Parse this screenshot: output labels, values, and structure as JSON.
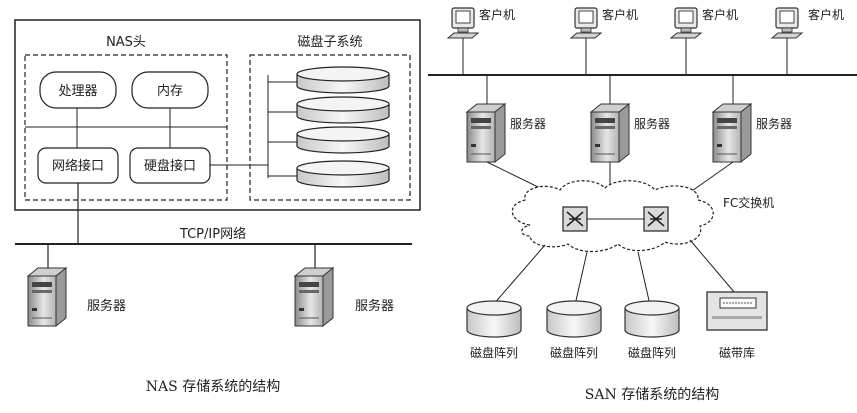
{
  "nas": {
    "head_label": "NAS头",
    "disk_subsystem_label": "磁盘子系统",
    "processor_label": "处理器",
    "memory_label": "内存",
    "network_interface_label": "网络接口",
    "disk_interface_label": "硬盘接口",
    "network_label": "TCP/IP网络",
    "servers": [
      {
        "label": "服务器"
      },
      {
        "label": "服务器"
      }
    ],
    "caption": "NAS 存储系统的结构"
  },
  "san": {
    "clients": [
      {
        "label": "客户机"
      },
      {
        "label": "客户机"
      },
      {
        "label": "客户机"
      },
      {
        "label": "客户机"
      }
    ],
    "servers": [
      {
        "label": "服务器"
      },
      {
        "label": "服务器"
      },
      {
        "label": "服务器"
      }
    ],
    "switch_label": "FC交换机",
    "storage": [
      {
        "label": "磁盘阵列"
      },
      {
        "label": "磁盘阵列"
      },
      {
        "label": "磁盘阵列"
      },
      {
        "label": "磁带库"
      }
    ],
    "caption": "SAN 存储系统的结构"
  }
}
